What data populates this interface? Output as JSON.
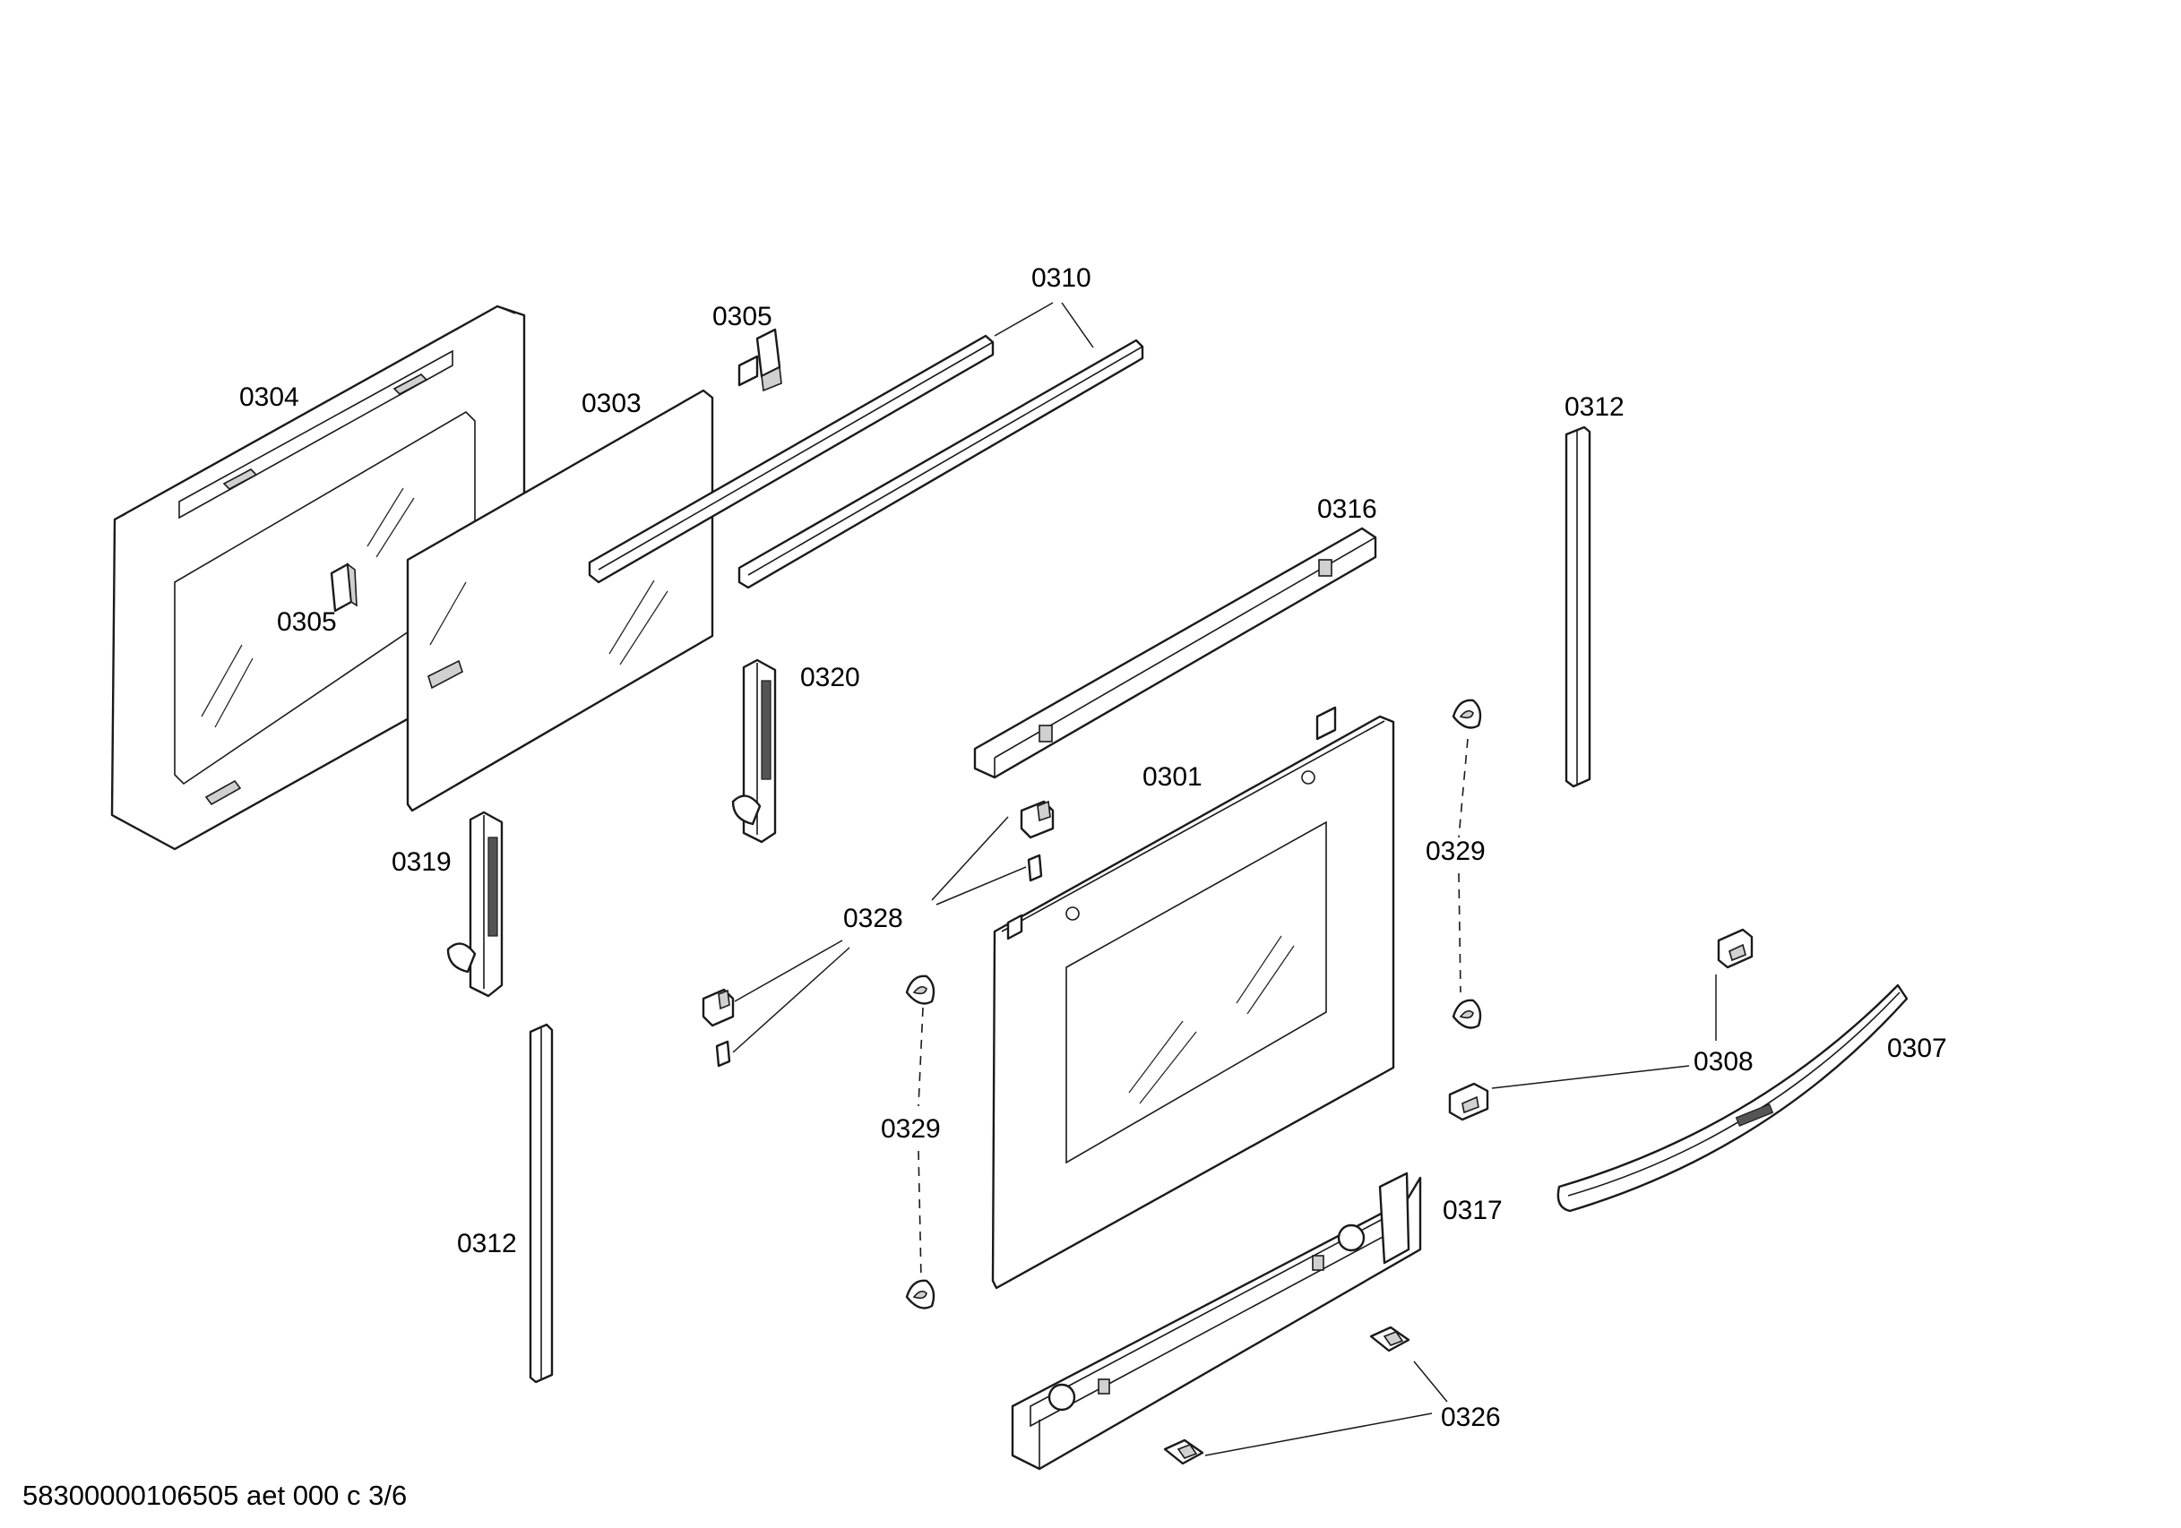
{
  "callouts": {
    "c0304": "0304",
    "c0303": "0303",
    "c0305_top": "0305",
    "c0305_mid": "0305",
    "c0310": "0310",
    "c0312_top": "0312",
    "c0312_bottom": "0312",
    "c0316": "0316",
    "c0320": "0320",
    "c0319": "0319",
    "c0301": "0301",
    "c0328": "0328",
    "c0329_right": "0329",
    "c0329_left": "0329",
    "c0308": "0308",
    "c0307": "0307",
    "c0317": "0317",
    "c0326": "0326"
  },
  "footer": {
    "code": "58300000106505 aet 000 c 3/6"
  }
}
